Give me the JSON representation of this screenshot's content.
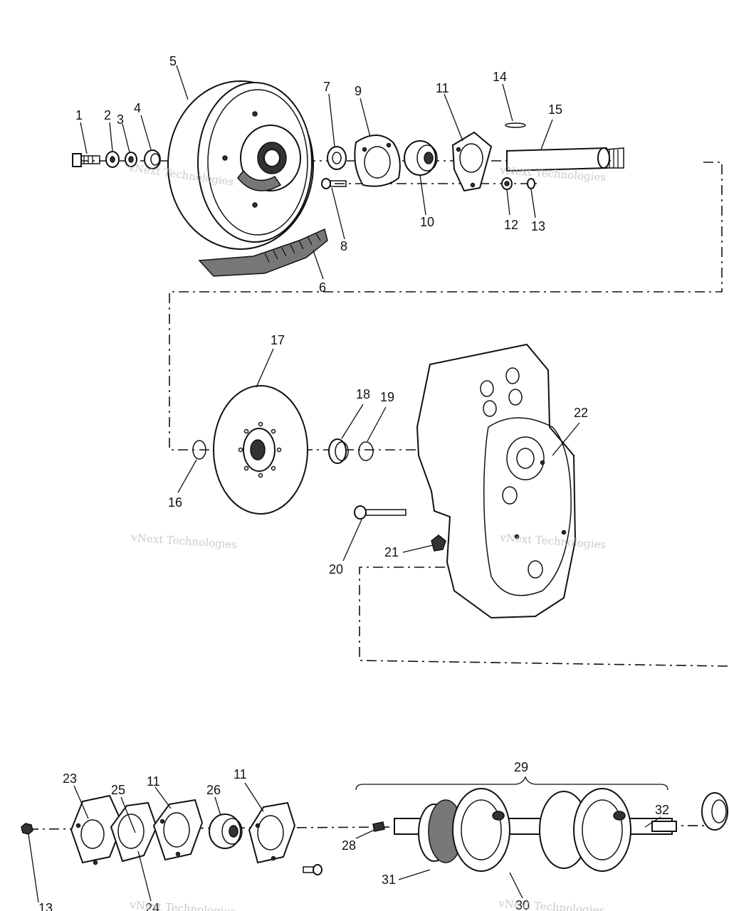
{
  "labels": {
    "l1": "1",
    "l2": "2",
    "l3": "3",
    "l4": "4",
    "l5": "5",
    "l6": "6",
    "l7": "7",
    "l8": "8",
    "l9": "9",
    "l10": "10",
    "l11a": "11",
    "l12": "12",
    "l13a": "13",
    "l14": "14",
    "l15": "15",
    "l16": "16",
    "l17": "17",
    "l18": "18",
    "l19": "19",
    "l20": "20",
    "l21": "21",
    "l22": "22",
    "l23": "23",
    "l24": "24",
    "l25": "25",
    "l11b": "11",
    "l26": "26",
    "l11c": "11",
    "l28": "28",
    "l29": "29",
    "l30": "30",
    "l31": "31",
    "l32": "32",
    "l13b": "13"
  },
  "watermark": {
    "brand": "vNext Technologies"
  }
}
